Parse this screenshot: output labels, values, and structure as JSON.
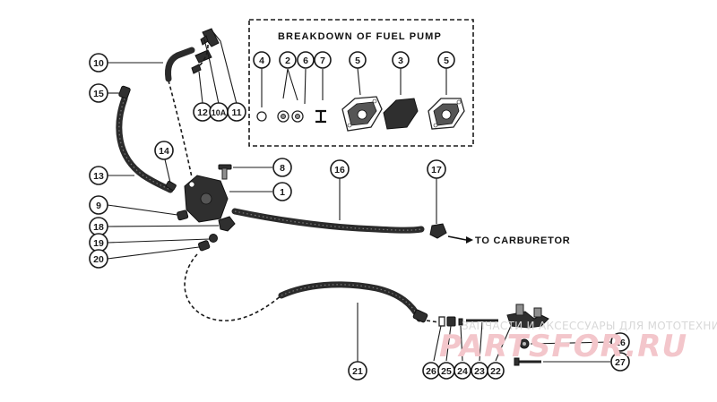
{
  "diagram": {
    "breakdown_heading": "BREAKDOWN OF FUEL PUMP",
    "to_carburetor": "TO CARBURETOR",
    "callouts": {
      "c1": "1",
      "c2": "2",
      "c3": "3",
      "c4": "4",
      "c5a": "5",
      "c5b": "5",
      "c6": "6",
      "c7": "7",
      "c8": "8",
      "c9": "9",
      "c10": "10",
      "c10a": "10A",
      "c11": "11",
      "c12": "12",
      "c13": "13",
      "c14": "14",
      "c15": "15",
      "c16": "16",
      "c17": "17",
      "c18": "18",
      "c19": "19",
      "c20": "20",
      "c21": "21",
      "c22": "22",
      "c23": "23",
      "c24": "24",
      "c25": "25",
      "c26a": "26",
      "c26b": "26",
      "c27": "27"
    }
  },
  "watermark": {
    "tagline": "ЗАПЧАСТИ И АКСЕССУАРЫ ДЛЯ МОТОТЕХНИКИ",
    "brand": "PARTSFOR.RU"
  }
}
